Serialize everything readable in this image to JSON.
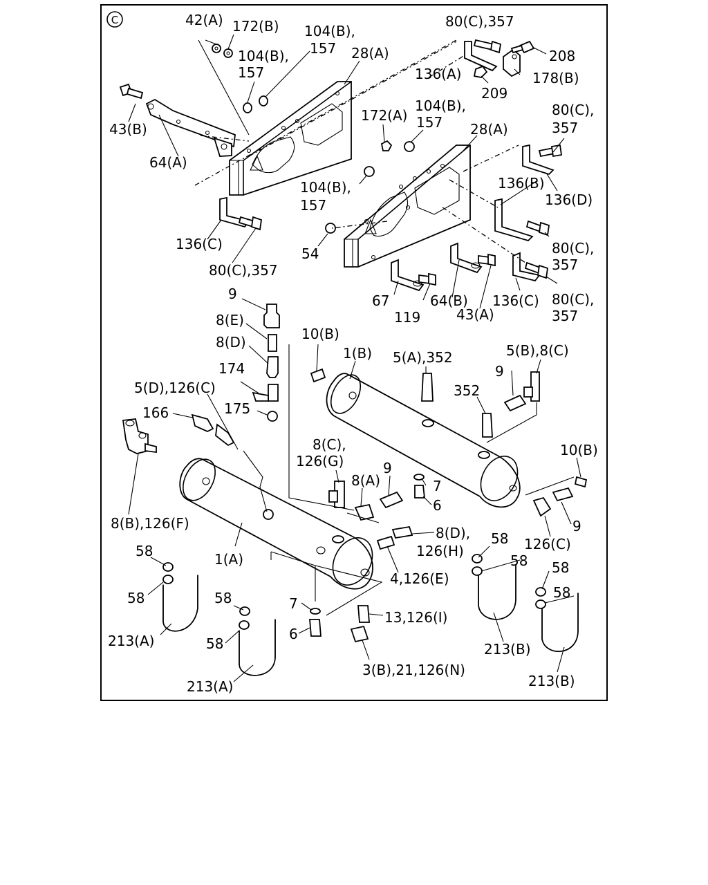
{
  "section_mark": "C",
  "labels": {
    "l42a": "42(A)",
    "l172b": "172(B)",
    "l104b_a": "104(B),",
    "l157_a": "157",
    "l104b_b": "104(B),",
    "l157_b": "157",
    "l28a_a": "28(A)",
    "l80c_357_a": "80(C),357",
    "l208": "208",
    "l136a": "136(A)",
    "l178b": "178(B)",
    "l209": "209",
    "l43b": "43(B)",
    "l64a": "64(A)",
    "l172a": "172(A)",
    "l104b_c": "104(B),",
    "l157_c": "157",
    "l28a_b": "28(A)",
    "l80c_b1": "80(C),",
    "l357_b": "357",
    "l104b_d": "104(B),",
    "l157_d": "157",
    "l136b": "136(B)",
    "l136d": "136(D)",
    "l136c_a": "136(C)",
    "l80c_357_c": "80(C),357",
    "l54": "54",
    "l80c_d1": "80(C),",
    "l357_d": "357",
    "l67": "67",
    "l119": "119",
    "l64b": "64(B)",
    "l43a": "43(A)",
    "l136c_b": "136(C)",
    "l80c_e1": "80(C),",
    "l357_e": "357",
    "l9_a": "9",
    "l8e": "8(E)",
    "l8d_a": "8(D)",
    "l174": "174",
    "l5d_126c": "5(D),126(C)",
    "l175": "175",
    "l166": "166",
    "l10b_a": "10(B)",
    "l1b": "1(B)",
    "l5a_352": "5(A),352",
    "l5b_8c": "5(B),8(C)",
    "l9_b": "9",
    "l352": "352",
    "l10b_b": "10(B)",
    "l8c_a": "8(C),",
    "l126g": "126(G)",
    "l8a": "8(A)",
    "l9_c": "9",
    "l7_a": "7",
    "l6_a": "6",
    "l8b_126f": "8(B),126(F)",
    "l8d_b": "8(D),",
    "l126h": "126(H)",
    "l9_d": "9",
    "l126c_b": "126(C)",
    "l58_a": "58",
    "l1a": "1(A)",
    "l4_126e": "4,126(E)",
    "l58_b": "58",
    "l58_c": "58",
    "l58_d": "58",
    "l58_e": "58",
    "l58_f": "58",
    "l58_g": "58",
    "l58_h": "58",
    "l7_b": "7",
    "l13_126i": "13,126(I)",
    "l6_b": "6",
    "l213a_a": "213(A)",
    "l213a_b": "213(A)",
    "l213b_a": "213(B)",
    "l213b_b": "213(B)",
    "l3b_21_126n": "3(B),21,126(N)"
  }
}
